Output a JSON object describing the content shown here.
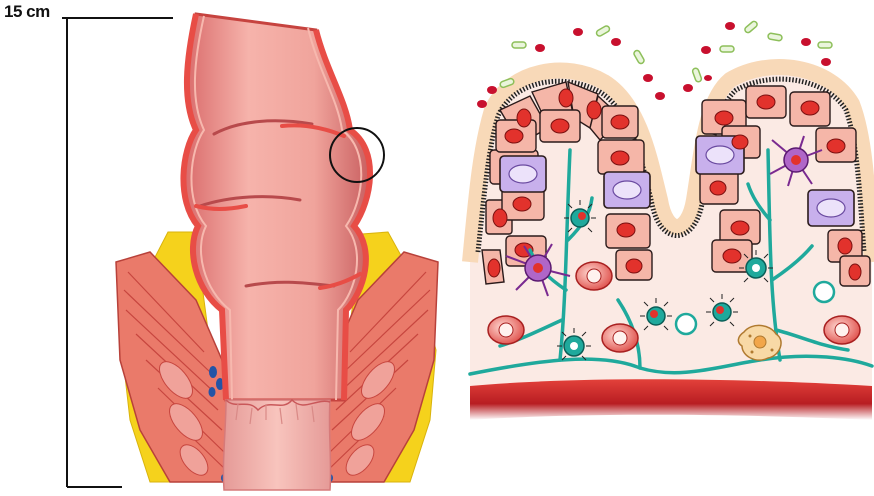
{
  "scale_bar": {
    "label": "15 cm"
  },
  "colors": {
    "tissue_light": "#f4b5ae",
    "tissue_mid": "#e98a84",
    "tissue_dark": "#c9585a",
    "muscle": "#e8524a",
    "fat": "#f5d21c",
    "mucus": "#f8d9b8",
    "lamina": "#fbeae4",
    "vessel": "#1fa99c",
    "goblet": "#b89ae0",
    "dendritic": "#a24fbf",
    "blood": "#c8102e",
    "bacteria": "#b9dc8e",
    "vein_blue": "#2354a6"
  },
  "figure": {
    "left_panel": "colon-anatomy",
    "right_panel": "mucosa-detail"
  }
}
